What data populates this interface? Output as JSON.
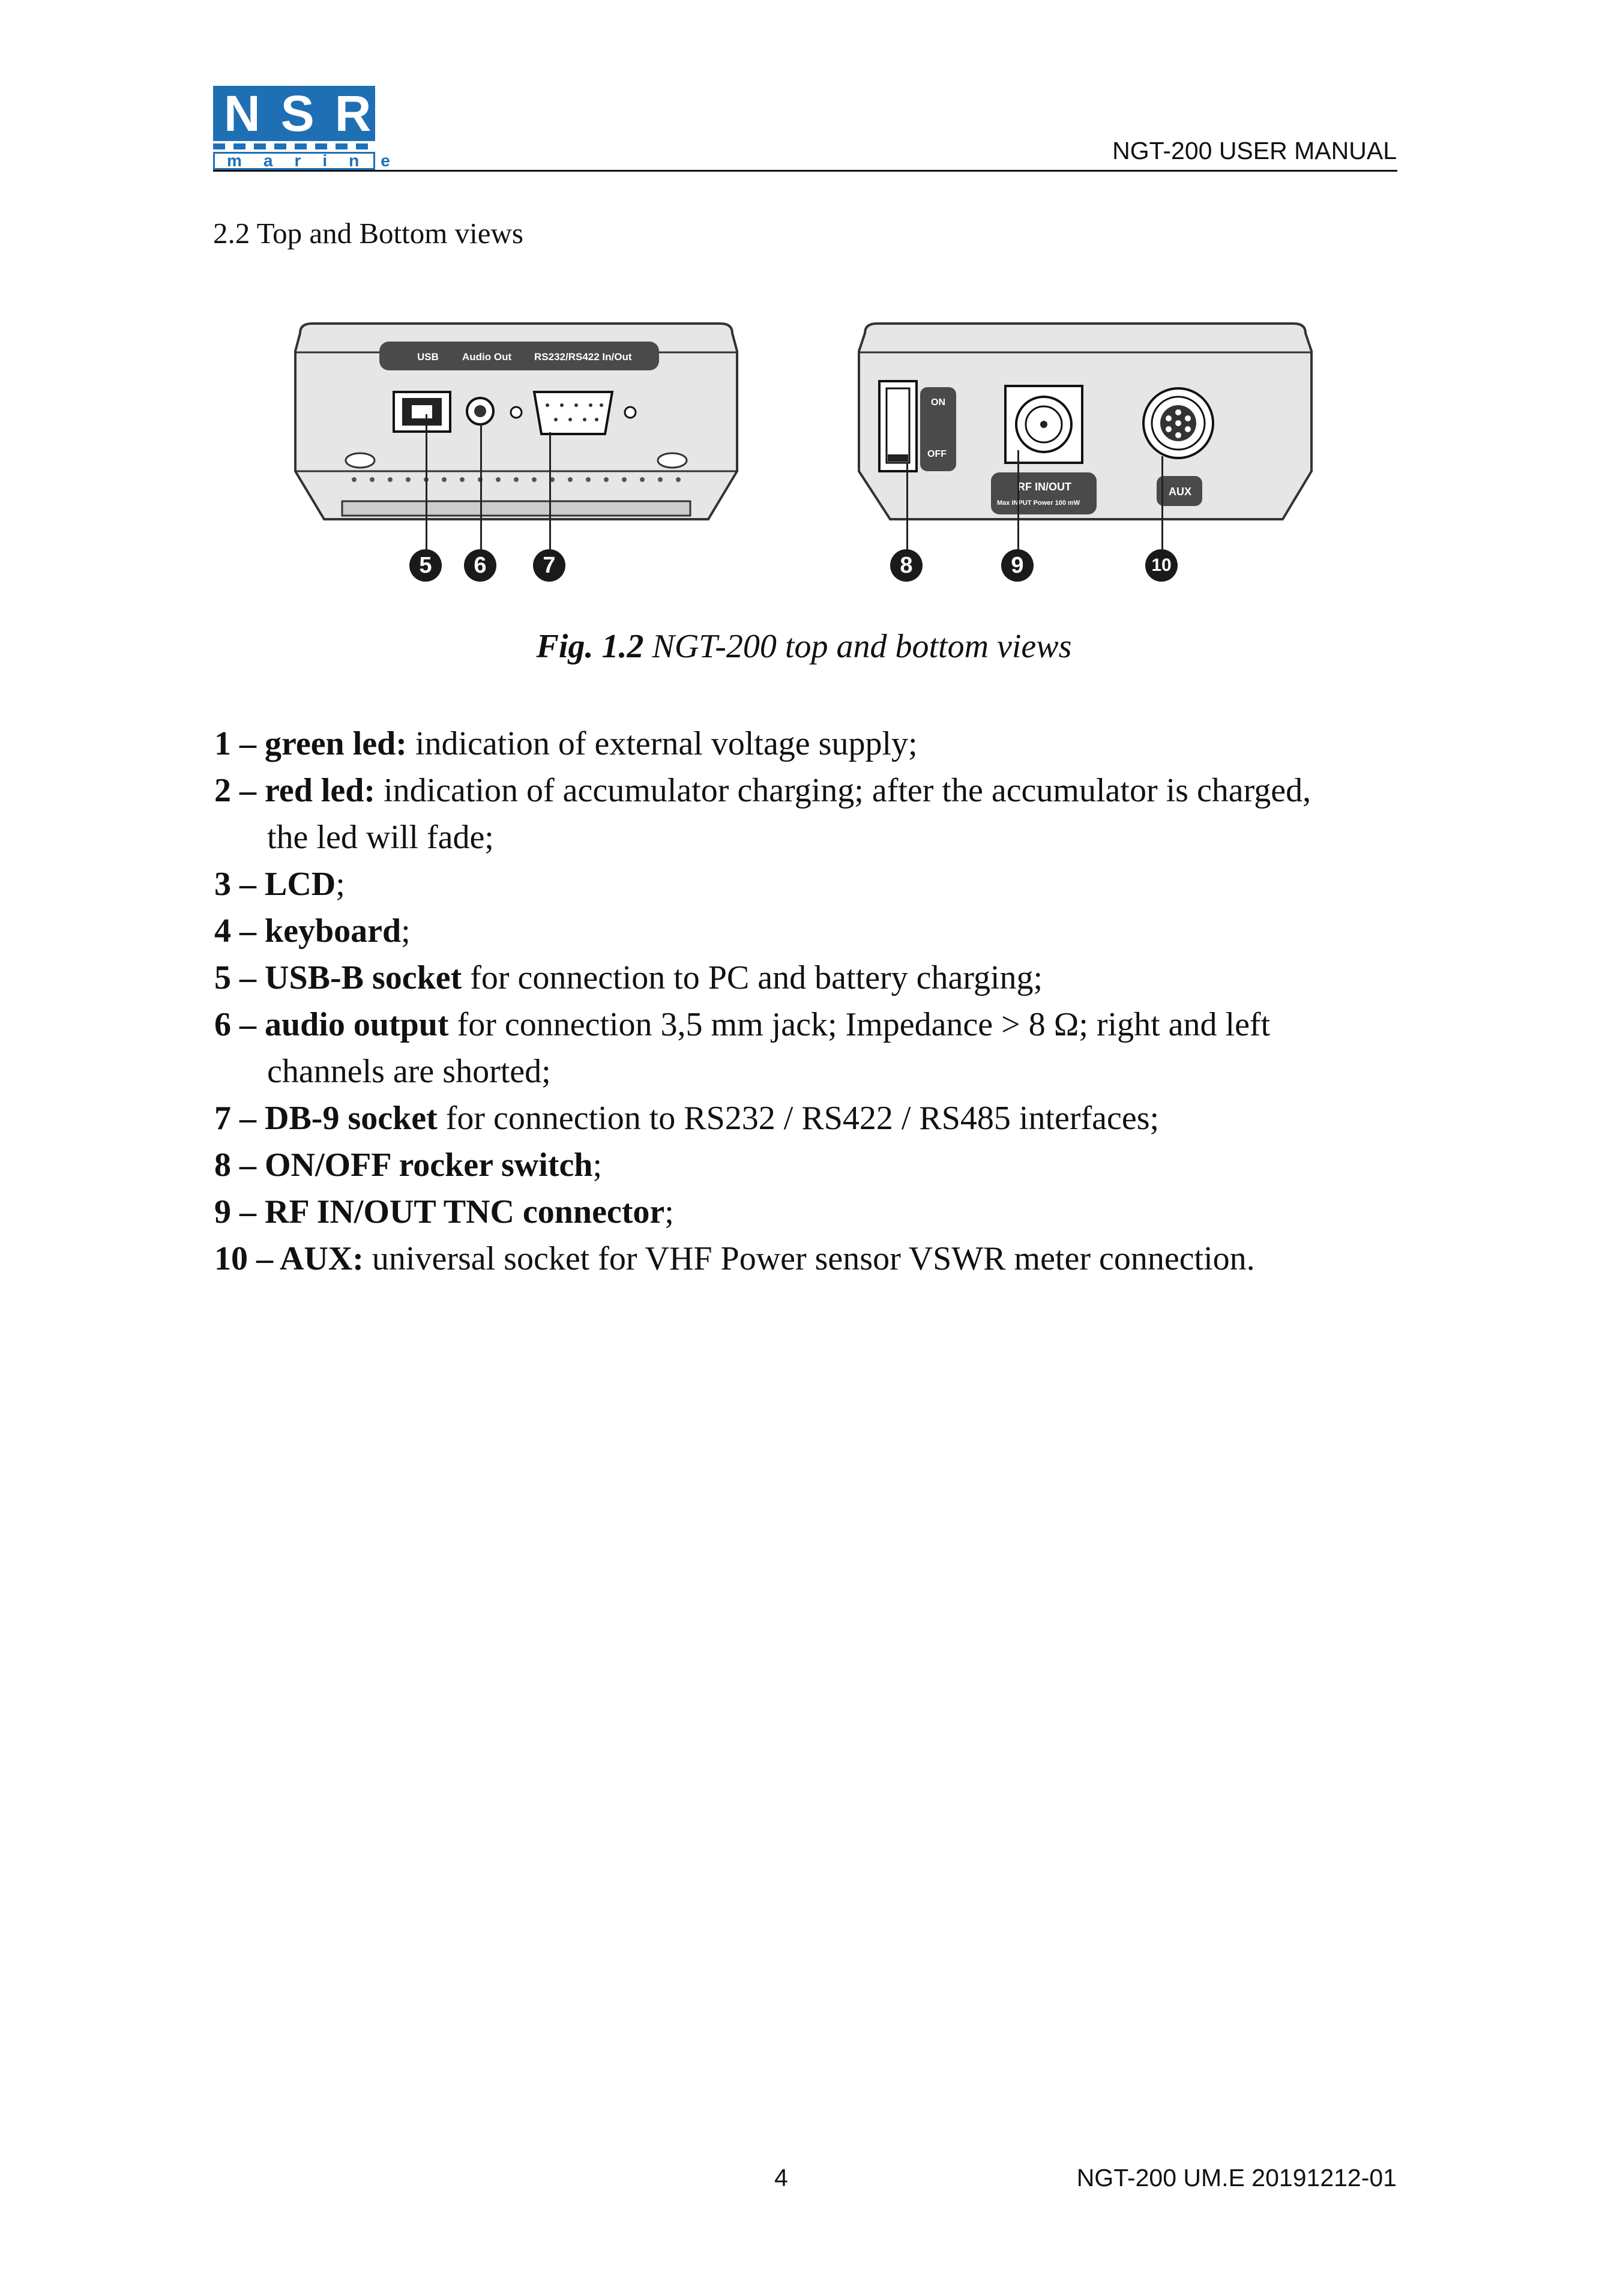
{
  "header": {
    "logo_main": "NSR",
    "logo_sub": "marine",
    "title": "NGT-200 USER MANUAL"
  },
  "section": {
    "heading": "2.2  Top and Bottom views"
  },
  "figure": {
    "top_panel_labels": {
      "usb": "USB",
      "audio": "Audio Out",
      "serial": "RS232/RS422 In/Out"
    },
    "bottom_panel_labels": {
      "on": "ON",
      "off": "OFF",
      "rf": "RF IN/OUT",
      "rf_sub": "Max INPUT Power 100 mW",
      "aux": "AUX"
    },
    "callouts": [
      "5",
      "6",
      "7",
      "8",
      "9",
      "10"
    ],
    "caption_prefix": "Fig. 1.2",
    "caption_text": " NGT-200 top and bottom views"
  },
  "items": [
    {
      "num": "1 – ",
      "term": "green led:",
      "text": " indication of external voltage supply;",
      "cont": ""
    },
    {
      "num": "2 – ",
      "term": "red led:",
      "text": " indication of accumulator charging; after the accumulator is charged,",
      "cont": "the led will fade;"
    },
    {
      "num": "3 – ",
      "term": "LCD",
      "text": ";",
      "cont": ""
    },
    {
      "num": "4 – ",
      "term": "keyboard",
      "text": ";",
      "cont": ""
    },
    {
      "num": "5 – ",
      "term": "USB-B socket",
      "text": " for connection to PC and battery charging;",
      "cont": ""
    },
    {
      "num": "6 – ",
      "term": "audio output",
      "text": " for connection 3,5 mm jack; Impedance > 8 Ω; right and left",
      "cont": "channels are shorted;"
    },
    {
      "num": "7 – ",
      "term": "DB-9 socket",
      "text": " for connection to RS232 / RS422 / RS485 interfaces;",
      "cont": ""
    },
    {
      "num": "8 – ",
      "term": "ON/OFF rocker switch",
      "text": ";",
      "cont": ""
    },
    {
      "num": "9 – ",
      "term": "RF IN/OUT TNC connector",
      "text": ";",
      "cont": ""
    },
    {
      "num": "10 – ",
      "term": "AUX:",
      "text": " universal socket for VHF Power sensor VSWR meter connection.",
      "cont": ""
    }
  ],
  "footer": {
    "page": "4",
    "doc_id": "NGT-200 UM.E 20191212-01"
  }
}
